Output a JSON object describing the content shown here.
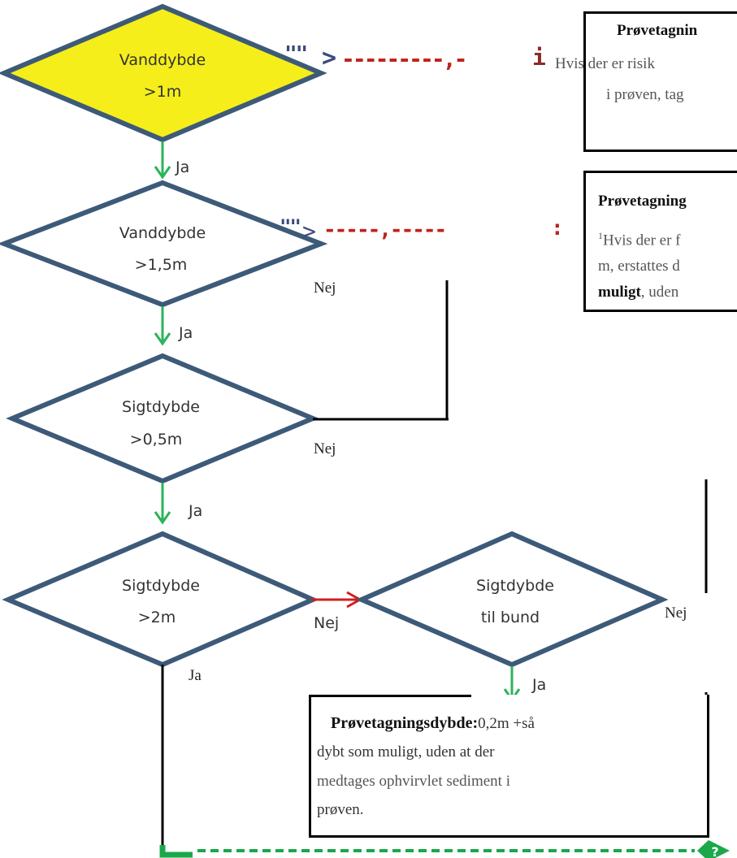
{
  "diagram": {
    "decisions": [
      {
        "line1": "Vanddybde",
        "line2": ">1m"
      },
      {
        "line1": "Vanddybde",
        "line2": ">1,5m"
      },
      {
        "line1": "Sigtdybde",
        "line2": ">0,5m"
      },
      {
        "line1": "Sigtdybde",
        "line2": ">2m"
      },
      {
        "line1": "Sigtdybde",
        "line2": "til bund"
      }
    ],
    "labels": {
      "ja": "Ja",
      "nej": "Nej"
    },
    "colors": {
      "highlight_fill": "#f5ee1b",
      "diamond_stroke": "#3d5a78",
      "arrow_green": "#2bb35a",
      "arrow_red": "#d11f1f",
      "dashed_green": "#1aa84a",
      "dashed_red": "#c0221c"
    },
    "connector1": {
      "quote": "\"\"",
      "tail": ">",
      "dashes": "---------,-",
      "mark": "i"
    },
    "connector2": {
      "quote": "\"\"",
      "tail": ">",
      "dashes": "-----,-----",
      "mark": ":"
    },
    "box1": {
      "title": "Prøvetagnin",
      "line1": "Hvis der er risik",
      "line2": "i prøven, tag"
    },
    "box2": {
      "title": "Prøvetagning",
      "sup": "1",
      "line1": "Hvis der er f",
      "line2": "m, erstattes d",
      "line3_bold": "muligt",
      "line3_rest": ", uden"
    },
    "box3": {
      "title": "Prøvetagningsdybde:",
      "title_rest": "0,2m +så",
      "line1": "dybt som  muligt, uden at der",
      "line2": "medtages ophvirvlet  sediment  i",
      "line3": "prøven."
    },
    "bottom_mark": "?"
  }
}
